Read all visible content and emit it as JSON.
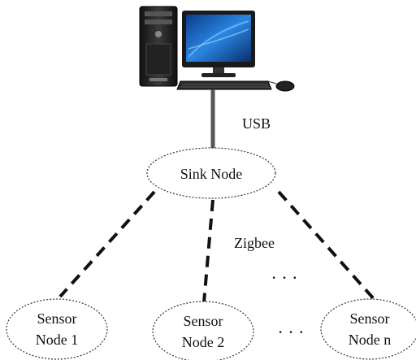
{
  "computer": {
    "icon": "desktop-computer-icon"
  },
  "links": {
    "usb_label": "USB",
    "zigbee_label": "Zigbee",
    "ellipsis_upper": "· · ·",
    "ellipsis_lower": "· · ·"
  },
  "sink": {
    "label": "Sink Node"
  },
  "sensors": [
    {
      "line1": "Sensor",
      "line2": "Node 1"
    },
    {
      "line1": "Sensor",
      "line2": "Node 2"
    },
    {
      "line1": "Sensor",
      "line2": "Node n"
    }
  ],
  "colors": {
    "line": "#111111",
    "usb_cable": "#555555",
    "monitor_frame": "#1a1a1a",
    "screen_blue": "#1f6fd1"
  }
}
